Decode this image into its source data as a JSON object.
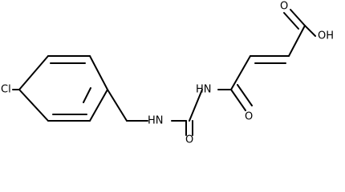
{
  "molecule": {
    "atoms": {
      "chlorine": "Cl",
      "hydroxyl": "OH",
      "carbonyl_oxygen_acid": "O",
      "carbonyl_oxygen_amide": "O",
      "carbonyl_oxygen_urea": "O",
      "imide_nitrogen": "HN",
      "urea_nitrogen": "HN"
    }
  }
}
